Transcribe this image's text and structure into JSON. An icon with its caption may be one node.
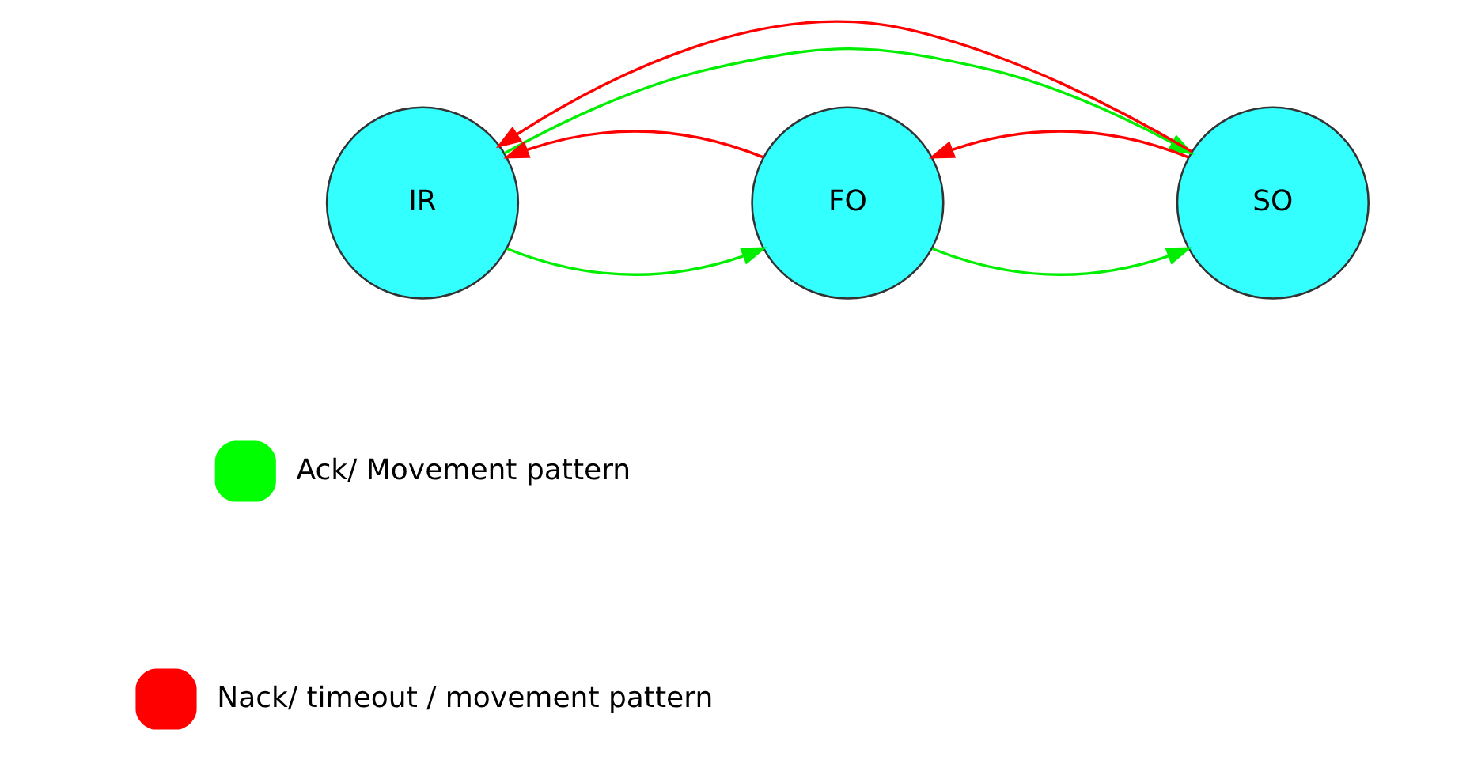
{
  "diagram": {
    "nodes": [
      {
        "text": [
          "IR"
        ]
      },
      {
        "text": [
          "FO"
        ]
      },
      {
        "text": [
          "SO"
        ]
      }
    ],
    "edges": [
      {
        "from": 0,
        "to": 2,
        "arrow": "to",
        "color": "#00ee00"
      },
      {
        "from": 0,
        "to": 1,
        "arrow": "to",
        "color": "#00ee00"
      },
      {
        "from": 1,
        "to": 2,
        "arrow": "to",
        "color": "#00ee00"
      },
      {
        "from": 1,
        "to": 0,
        "arrow": "to",
        "color": "#ff0000"
      },
      {
        "from": 2,
        "to": 1,
        "arrow": "to",
        "color": "#ff0000"
      },
      {
        "from": 2,
        "to": 0,
        "arrow": "to",
        "color": "#ff0000"
      }
    ],
    "legend": [
      {
        "text": "Ack/ Movement pattern",
        "color": "#00ff00"
      },
      {
        "text": "Nack/ timeout / movement pattern",
        "color": "#ff0000"
      }
    ]
  }
}
